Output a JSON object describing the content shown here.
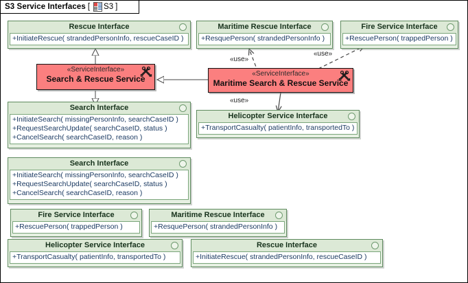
{
  "frame": {
    "title": "S3 Service Interfaces",
    "bracket_open": "[",
    "bracket_close": "]",
    "diagram_icon": "document-diagram-icon",
    "name": "S3"
  },
  "colors": {
    "interface_fill": "#e6f0e2",
    "interface_header": "#dce9d6",
    "interface_border": "#5e8a5e",
    "service_fill": "#fb7f7f",
    "service_border": "#111111",
    "operation_text": "#1b3a62",
    "canvas": "#ffffff"
  },
  "classes": [
    {
      "id": "rescue-interface-top",
      "name": "Rescue Interface",
      "operations": [
        "+InitiateRescue( strandedPersonInfo, rescueCaseID )"
      ]
    },
    {
      "id": "maritime-rescue-interface-top",
      "name": "Maritime Rescue Interface",
      "operations": [
        "+ResquePerson( strandedPersonInfo )"
      ]
    },
    {
      "id": "fire-service-interface-top",
      "name": "Fire Service Interface",
      "operations": [
        "+RescuePerson( trappedPerson )"
      ]
    },
    {
      "id": "search-interface-mid",
      "name": "Search Interface",
      "operations": [
        "+InitiateSearch( missingPersonInfo, searchCaseID )",
        "+RequestSearchUpdate( searchCaseID, status )",
        "+CancelSearch( searchCaseID, reason )"
      ]
    },
    {
      "id": "helicopter-service-interface-mid",
      "name": "Helicopter Service Interface",
      "operations": [
        "+TransportCasualty( patientInfo, transportedTo )"
      ]
    },
    {
      "id": "search-interface-lower",
      "name": "Search Interface",
      "operations": [
        "+InitiateSearch( missingPersonInfo, searchCaseID )",
        "+RequestSearchUpdate( searchCaseID, status )",
        "+CancelSearch( searchCaseID, reason )"
      ]
    },
    {
      "id": "fire-service-interface-bottom",
      "name": "Fire Service Interface",
      "operations": [
        "+RescuePerson( trappedPerson )"
      ]
    },
    {
      "id": "maritime-rescue-interface-bottom",
      "name": "Maritime Rescue Interface",
      "operations": [
        "+ResquePerson( strandedPersonInfo )"
      ]
    },
    {
      "id": "helicopter-service-interface-bottom",
      "name": "Helicopter Service Interface",
      "operations": [
        "+TransportCasualty( patientInfo, transportedTo )"
      ]
    },
    {
      "id": "rescue-interface-bottom",
      "name": "Rescue Interface",
      "operations": [
        "+InitiateRescue( strandedPersonInfo, rescueCaseID )"
      ]
    }
  ],
  "services": [
    {
      "id": "search-rescue-service",
      "stereotype": "«ServiceInterface»",
      "name": "Search & Rescue Service",
      "icon": "tools-icon"
    },
    {
      "id": "maritime-search-rescue-service",
      "stereotype": "«ServiceInterface»",
      "name": "Maritime Search & Rescue Service",
      "icon": "tools-icon"
    }
  ],
  "connector_labels": {
    "use_1": "«use»",
    "use_2": "«use»",
    "use_3": "«use»"
  }
}
